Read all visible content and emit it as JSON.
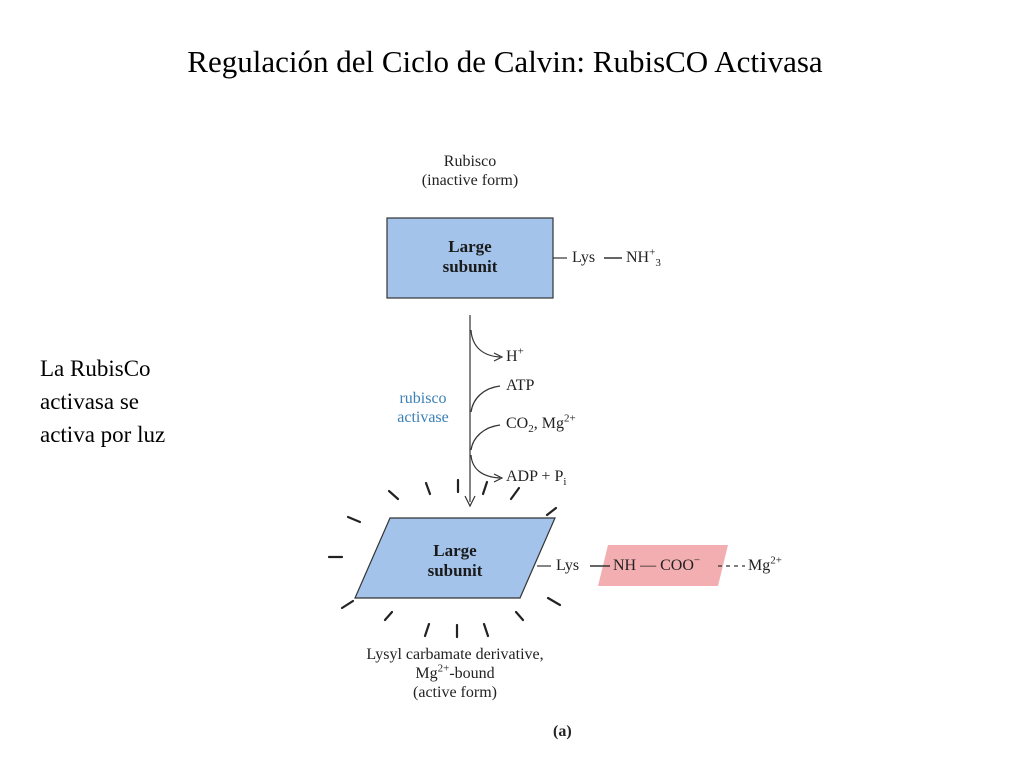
{
  "slide": {
    "title": "Regulación del Ciclo de Calvin: RubisCO Activasa",
    "note_lines": [
      "La RubisCo",
      "activasa se",
      "activa por luz"
    ]
  },
  "diagram": {
    "inactive_caption": [
      "Rubisco",
      "(inactive form)"
    ],
    "large_subunit": [
      "Large",
      "subunit"
    ],
    "lys": "Lys",
    "nh3": "NH",
    "nh3_sup": "+",
    "nh3_sub": "3",
    "enzyme": [
      "rubisco",
      "activase"
    ],
    "h": "H",
    "h_sup": "+",
    "atp": "ATP",
    "co2": "CO",
    "co2_sub": "2",
    "co2_mg": ", Mg",
    "mg_sup": "2+",
    "adp": "ADP + P",
    "pi_sub": "i",
    "nh_coo": "NH — COO",
    "coo_sup": "−",
    "mg": "Mg",
    "active_caption_1": "Lysyl carbamate derivative,",
    "active_caption_2a": "Mg",
    "active_caption_2b": "-bound",
    "active_caption_3": "(active form)",
    "panel_label": "(a)"
  },
  "colors": {
    "subunit_fill": "#a3c3ea",
    "carbamate_fill": "#f3aeb1",
    "enzyme_text": "#3a7fb5"
  }
}
